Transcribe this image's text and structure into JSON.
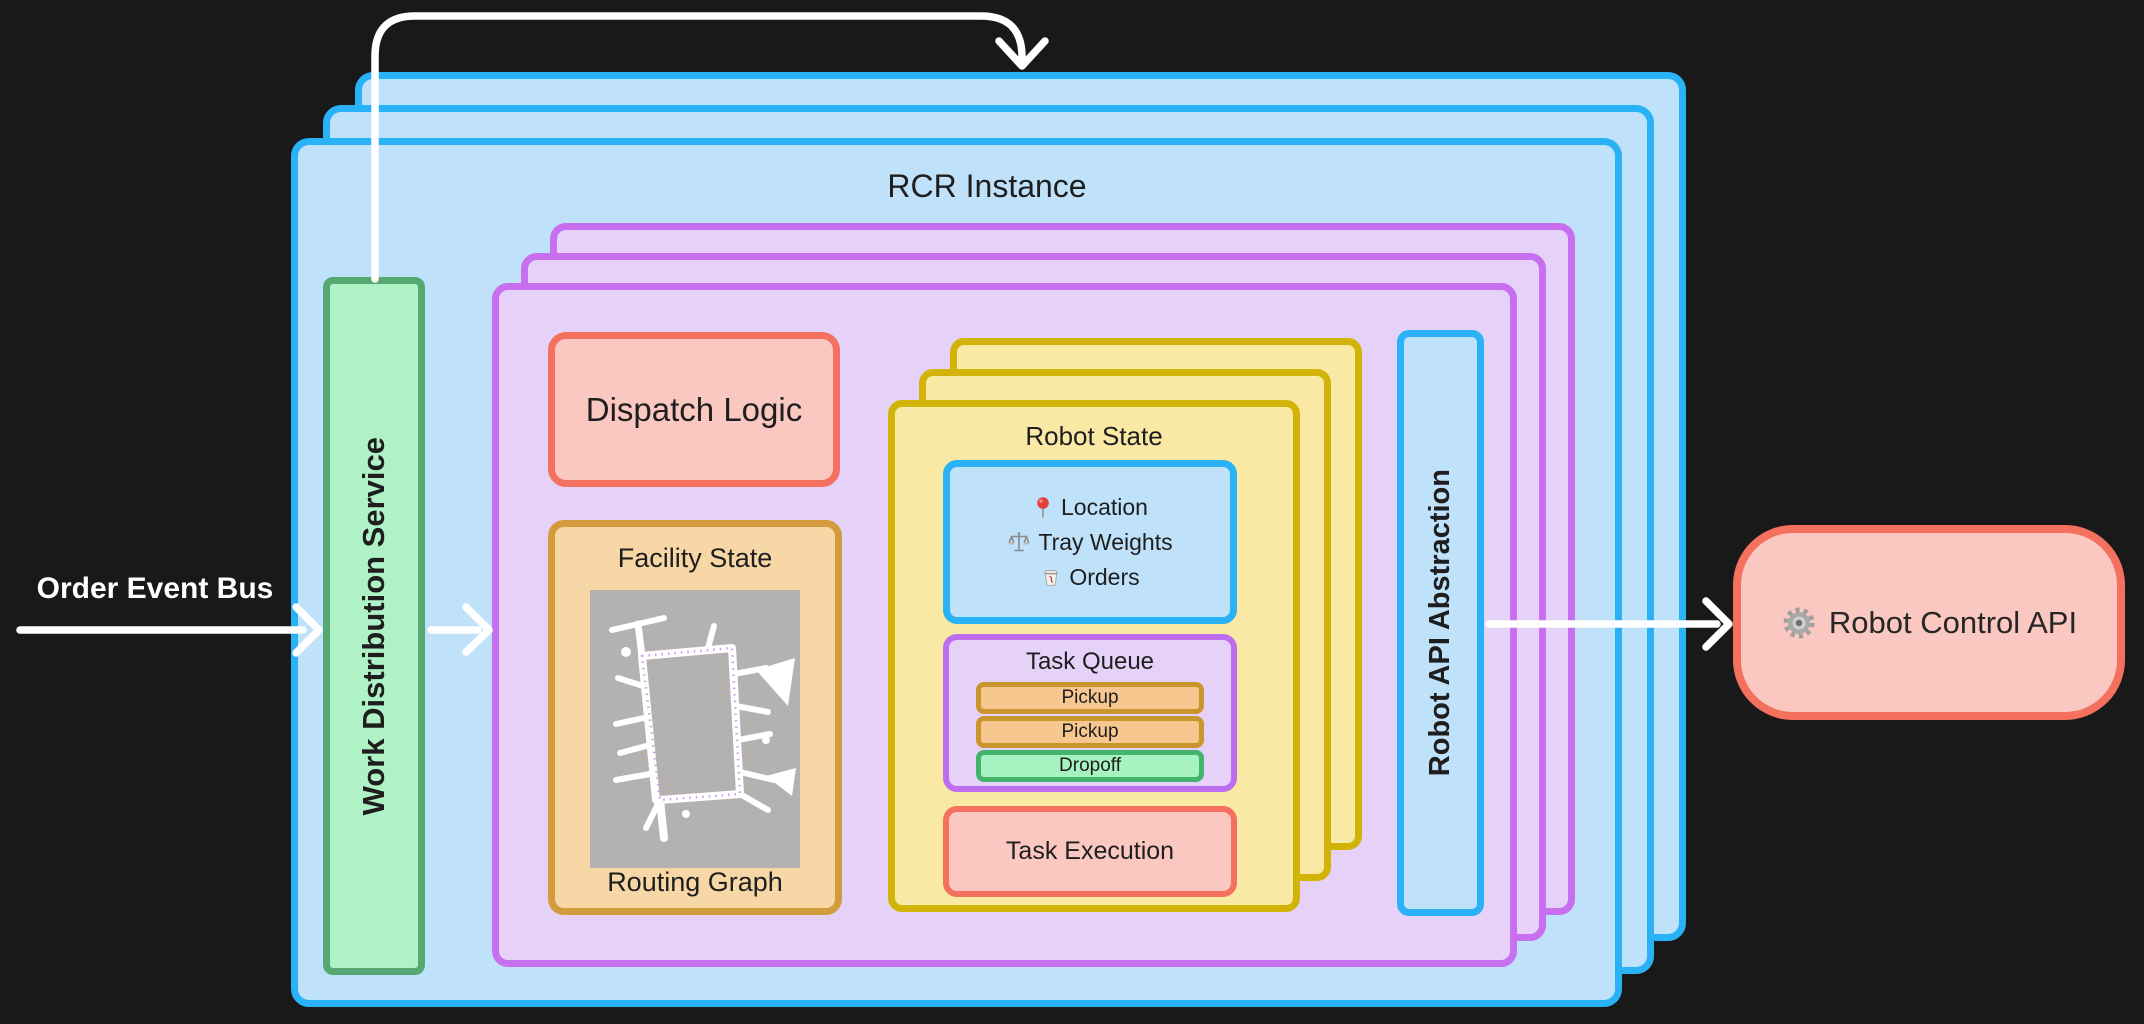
{
  "colors": {
    "background": "#191919",
    "card_blue_border": "#29b2f6",
    "card_blue_fill": "#bfe2fa",
    "card_purple_border": "#c76fee",
    "card_purple_fill": "#e6d1f8",
    "card_yellow_border": "#d2b408",
    "card_yellow_fill": "#fae9a4",
    "green_border": "#57a974",
    "green_fill": "#aff2c5",
    "orange_border": "#d29c3d",
    "orange_fill": "#f7d7a5",
    "salmon_border": "#f4705f",
    "salmon_fill": "#fbc8c1",
    "task_pickup_border": "#c9952d",
    "task_pickup_fill": "#f6c78e",
    "task_dropoff_border": "#44b36b",
    "task_dropoff_fill": "#a6f2c1",
    "arrow": "#ffffff",
    "text_dark": "#1e1e1e",
    "text_light": "#ffffff",
    "map_bg": "#b4b2b0"
  },
  "left": {
    "order_event_bus": "Order Event Bus"
  },
  "rcr": {
    "title": "RCR Instance",
    "work_distribution_service": "Work Distribution Service",
    "robot_api_abstraction": "Robot API Abstraction",
    "dispatch_logic": "Dispatch Logic",
    "facility_state": {
      "title": "Facility State",
      "caption": "Routing Graph"
    },
    "robot_state": {
      "title": "Robot State",
      "info": [
        {
          "icon": "pin-icon",
          "label": "Location"
        },
        {
          "icon": "scale-icon",
          "label": "Tray Weights"
        },
        {
          "icon": "takeout-icon",
          "label": "Orders"
        }
      ],
      "task_queue": {
        "title": "Task Queue",
        "tasks": [
          {
            "label": "Pickup",
            "type": "pickup"
          },
          {
            "label": "Pickup",
            "type": "pickup"
          },
          {
            "label": "Dropoff",
            "type": "dropoff"
          }
        ]
      },
      "task_execution": "Task Execution"
    }
  },
  "right": {
    "robot_control_api": "Robot Control API"
  }
}
